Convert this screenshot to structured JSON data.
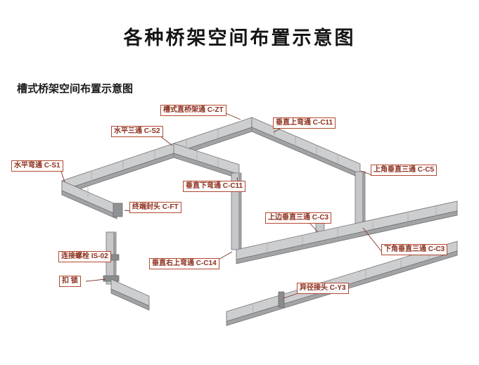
{
  "title": "各种桥架空间布置示意图",
  "subtitle": "槽式桥架空间布置示意图",
  "labels": [
    {
      "id": "c-zt",
      "text": "槽式直桥架通 C-ZT"
    },
    {
      "id": "c-s2",
      "text": "水平三通 C-S2"
    },
    {
      "id": "c-c11-up",
      "text": "垂直上弯通 C-C11"
    },
    {
      "id": "c-s1",
      "text": "水平弯通 C-S1"
    },
    {
      "id": "c-c11-down",
      "text": "垂直下弯通 C-C11"
    },
    {
      "id": "c-c5",
      "text": "上角垂直三通 C-C5"
    },
    {
      "id": "c-ft",
      "text": "终端封头 C-FT"
    },
    {
      "id": "c-c3-top",
      "text": "上边垂直三通 C-C3"
    },
    {
      "id": "is-02",
      "text": "连接螺栓 IS-02"
    },
    {
      "id": "c-c14",
      "text": "垂直右上弯通 C-C14"
    },
    {
      "id": "c-c3-bottom",
      "text": "下角垂直三通 C-C3"
    },
    {
      "id": "lock",
      "text": "扣 锁"
    },
    {
      "id": "c-y3",
      "text": "异径接头 C-Y3"
    }
  ],
  "colors": {
    "label_text": "#8c2f1d",
    "label_border": "#b3492f",
    "leader_line": "#7c3428",
    "tray_top": "#cdced0",
    "tray_side": "#a2a3a5",
    "title_text": "#141414"
  }
}
